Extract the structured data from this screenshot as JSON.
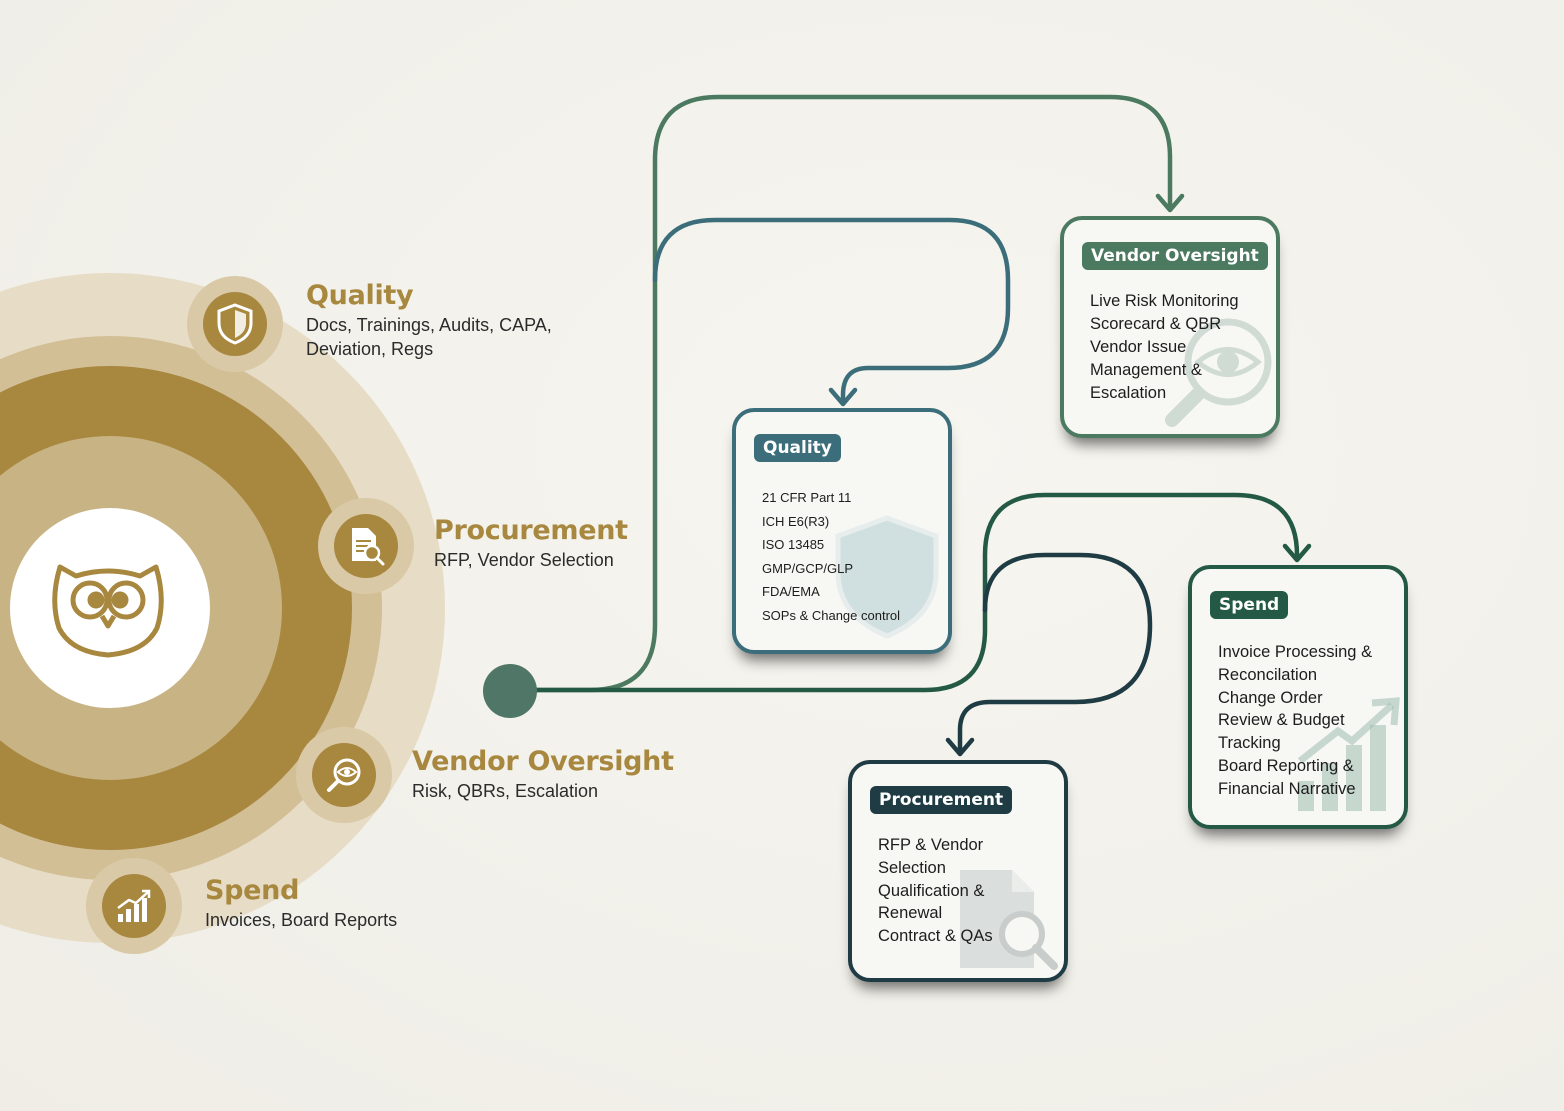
{
  "categories": [
    {
      "title": "Quality",
      "subtitle_lines": [
        "Docs, Trainings, Audits, CAPA,",
        "Deviation, Regs"
      ],
      "icon": "shield-icon"
    },
    {
      "title": "Procurement",
      "subtitle_lines": [
        "RFP, Vendor Selection"
      ],
      "icon": "document-search-icon"
    },
    {
      "title": "Vendor Oversight",
      "subtitle_lines": [
        "Risk, QBRs, Escalation"
      ],
      "icon": "eye-magnifier-icon"
    },
    {
      "title": "Spend",
      "subtitle_lines": [
        "Invoices, Board Reports"
      ],
      "icon": "bar-chart-icon"
    }
  ],
  "center": {
    "icon": "owl-logo-icon"
  },
  "cards": {
    "vendor_oversight": {
      "tag": "Vendor Oversight",
      "items": [
        "Live Risk Monitoring",
        "Scorecard & QBR",
        "Vendor Issue",
        "Management &",
        "Escalation"
      ],
      "color": "#4c7a60",
      "watermark": "eye-magnifier-icon"
    },
    "quality": {
      "tag": "Quality",
      "items": [
        "21 CFR Part 11",
        "ICH E6(R3)",
        "ISO 13485",
        "GMP/GCP/GLP",
        "FDA/EMA",
        "SOPs & Change control"
      ],
      "color": "#3b6e7a",
      "watermark": "shield-icon"
    },
    "spend": {
      "tag": "Spend",
      "items": [
        "Invoice Processing &",
        "Reconcilation",
        "Change Order",
        "Review & Budget",
        "Tracking",
        "Board Reporting &",
        "Financial Narrative"
      ],
      "color": "#245a45",
      "watermark": "bar-chart-icon"
    },
    "procurement": {
      "tag": "Procurement",
      "items": [
        "RFP & Vendor",
        "Selection",
        "Qualification &",
        "Renewal",
        "Contract & QAs"
      ],
      "color": "#1f3b44",
      "watermark": "document-search-icon"
    }
  },
  "colors": {
    "gold": "#a8873f",
    "gold_light": "#d9c9a6",
    "vendor_line": "#4c7a60",
    "quality_line": "#3b6e7a",
    "spend_line": "#245a45",
    "procurement_line": "#1f3b44",
    "hub_dot": "#4f7666"
  }
}
